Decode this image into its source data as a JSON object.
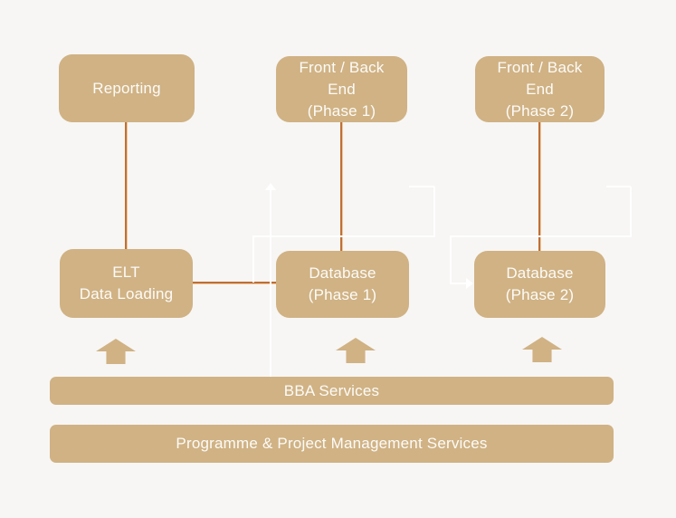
{
  "palette": {
    "bg": "#f7f6f4",
    "tan": "#d0b284",
    "text": "#fcfbf8",
    "orange": "#c06f35",
    "orange_light": "#ecc9a0",
    "white_line": "#ffffff"
  },
  "boxes": [
    {
      "id": "reporting",
      "lines": [
        "Reporting"
      ]
    },
    {
      "id": "front-back-end-phase-1",
      "lines": [
        "Front / Back",
        "End",
        "(Phase 1)"
      ]
    },
    {
      "id": "front-back-end-phase-2",
      "lines": [
        "Front / Back",
        "End",
        "(Phase 2)"
      ]
    },
    {
      "id": "elt-data-loading",
      "lines": [
        "ELT",
        "Data Loading"
      ]
    },
    {
      "id": "database-phase-1",
      "lines": [
        "Database",
        "(Phase 1)"
      ]
    },
    {
      "id": "database-phase-2",
      "lines": [
        "Database",
        "(Phase 2)"
      ]
    }
  ],
  "bars": [
    {
      "id": "bba-services",
      "label": "BBA Services"
    },
    {
      "id": "programme-services",
      "label": "Programme & Project Management Services"
    }
  ]
}
